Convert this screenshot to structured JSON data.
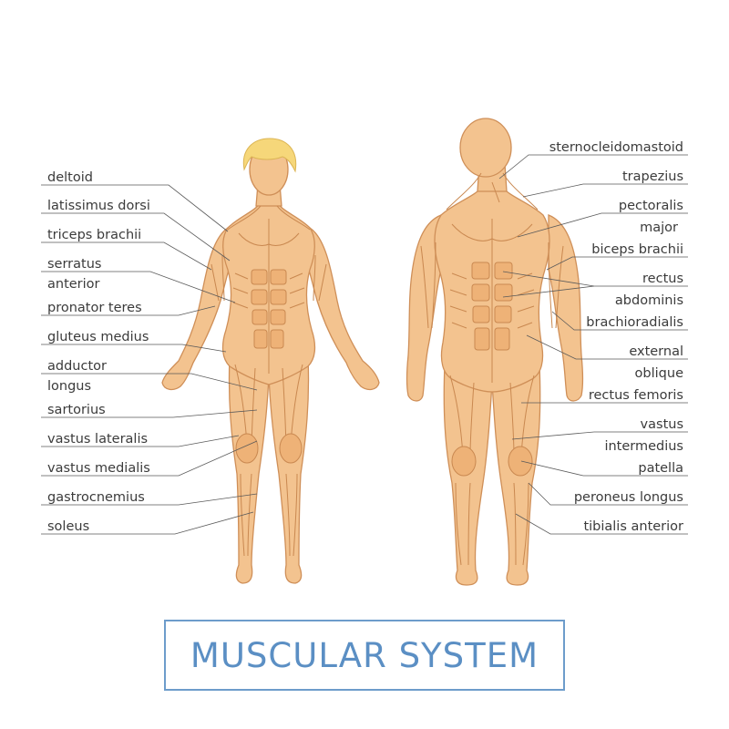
{
  "title": "MUSCULAR SYSTEM",
  "colors": {
    "skin": "#f3c38f",
    "muscle_line": "#c98850",
    "hair": "#f6d77a",
    "title_blue": "#5b8fc4",
    "label_text": "#3b3b3b"
  },
  "left_labels": [
    {
      "id": "deltoid",
      "lines": [
        "deltoid"
      ]
    },
    {
      "id": "latissimus-dorsi",
      "lines": [
        "latissimus dorsi"
      ]
    },
    {
      "id": "triceps-brachii",
      "lines": [
        "triceps brachii"
      ]
    },
    {
      "id": "serratus-anterior",
      "lines": [
        "serratus",
        "anterior"
      ]
    },
    {
      "id": "pronator-teres",
      "lines": [
        "pronator teres"
      ]
    },
    {
      "id": "gluteus-medius",
      "lines": [
        "gluteus medius"
      ]
    },
    {
      "id": "adductor-longus",
      "lines": [
        "adductor",
        "longus"
      ]
    },
    {
      "id": "sartorius",
      "lines": [
        "sartorius"
      ]
    },
    {
      "id": "vastus-lateralis",
      "lines": [
        "vastus lateralis"
      ]
    },
    {
      "id": "vastus-medialis",
      "lines": [
        "vastus medialis"
      ]
    },
    {
      "id": "gastrocnemius",
      "lines": [
        "gastrocnemius"
      ]
    },
    {
      "id": "soleus",
      "lines": [
        "soleus"
      ]
    }
  ],
  "right_labels": [
    {
      "id": "sternocleidomastoid",
      "lines": [
        "sternocleidomastoid"
      ]
    },
    {
      "id": "trapezius",
      "lines": [
        "trapezius"
      ]
    },
    {
      "id": "pectoralis-major",
      "lines": [
        "pectoralis",
        "major"
      ]
    },
    {
      "id": "biceps-brachii",
      "lines": [
        "biceps brachii"
      ]
    },
    {
      "id": "rectus-abdominis",
      "lines": [
        "rectus",
        "abdominis"
      ]
    },
    {
      "id": "brachioradialis",
      "lines": [
        "brachioradialis"
      ]
    },
    {
      "id": "external-oblique",
      "lines": [
        "external",
        "oblique"
      ]
    },
    {
      "id": "rectus-femoris",
      "lines": [
        "rectus femoris"
      ]
    },
    {
      "id": "vastus-intermedius",
      "lines": [
        "vastus",
        "intermedius"
      ]
    },
    {
      "id": "patella",
      "lines": [
        "patella"
      ]
    },
    {
      "id": "peroneus-longus",
      "lines": [
        "peroneus longus"
      ]
    },
    {
      "id": "tibialis-anterior",
      "lines": [
        "tibialis anterior"
      ]
    }
  ]
}
